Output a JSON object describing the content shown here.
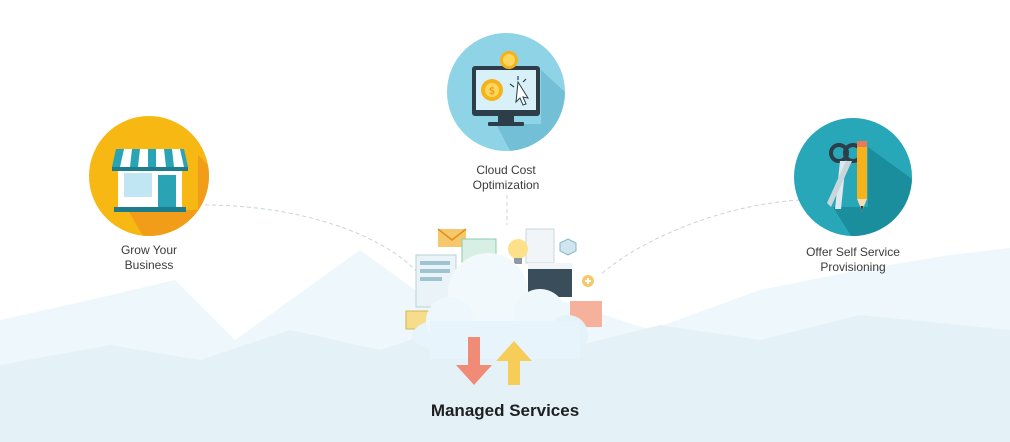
{
  "nodes": {
    "grow": {
      "line1": "Grow Your",
      "line2": "Business"
    },
    "cloud_cost": {
      "line1": "Cloud Cost",
      "line2": "Optimization"
    },
    "self_service": {
      "line1": "Offer Self Service",
      "line2": "Provisioning"
    }
  },
  "center": {
    "title": "Managed Services"
  },
  "colors": {
    "grow_circle": "#f7b814",
    "grow_shadow": "#ef9a1a",
    "cloud_cost_circle": "#8fd3e6",
    "cloud_cost_shadow": "#6cbad2",
    "self_service_circle": "#27a7b8",
    "self_service_shadow": "#1b8c9b",
    "mountain_light": "#eaf6fb",
    "mountain_mid": "#dff0f8",
    "connector": "#c8d3d8"
  },
  "icons": {
    "grow": "storefront-icon",
    "cloud_cost": "monitor-coins-cursor-icon",
    "self_service": "scissors-pencil-icon",
    "center": "cloud-upload-download-icon"
  }
}
